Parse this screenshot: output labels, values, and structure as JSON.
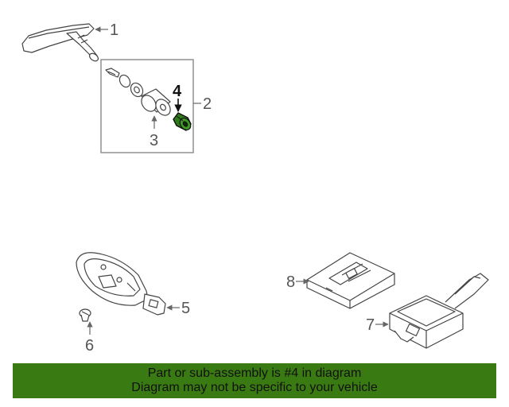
{
  "callouts": {
    "c1": "1",
    "c2": "2",
    "c3": "3",
    "c4": "4",
    "c5": "5",
    "c6": "6",
    "c7": "7",
    "c8": "8"
  },
  "banner": {
    "line1": "Part or sub-assembly is #4 in diagram",
    "line2": "Diagram may not be specific to your vehicle"
  },
  "colors": {
    "banner_bg": "#3a7a12",
    "highlight_part": "#2f7a1a"
  }
}
